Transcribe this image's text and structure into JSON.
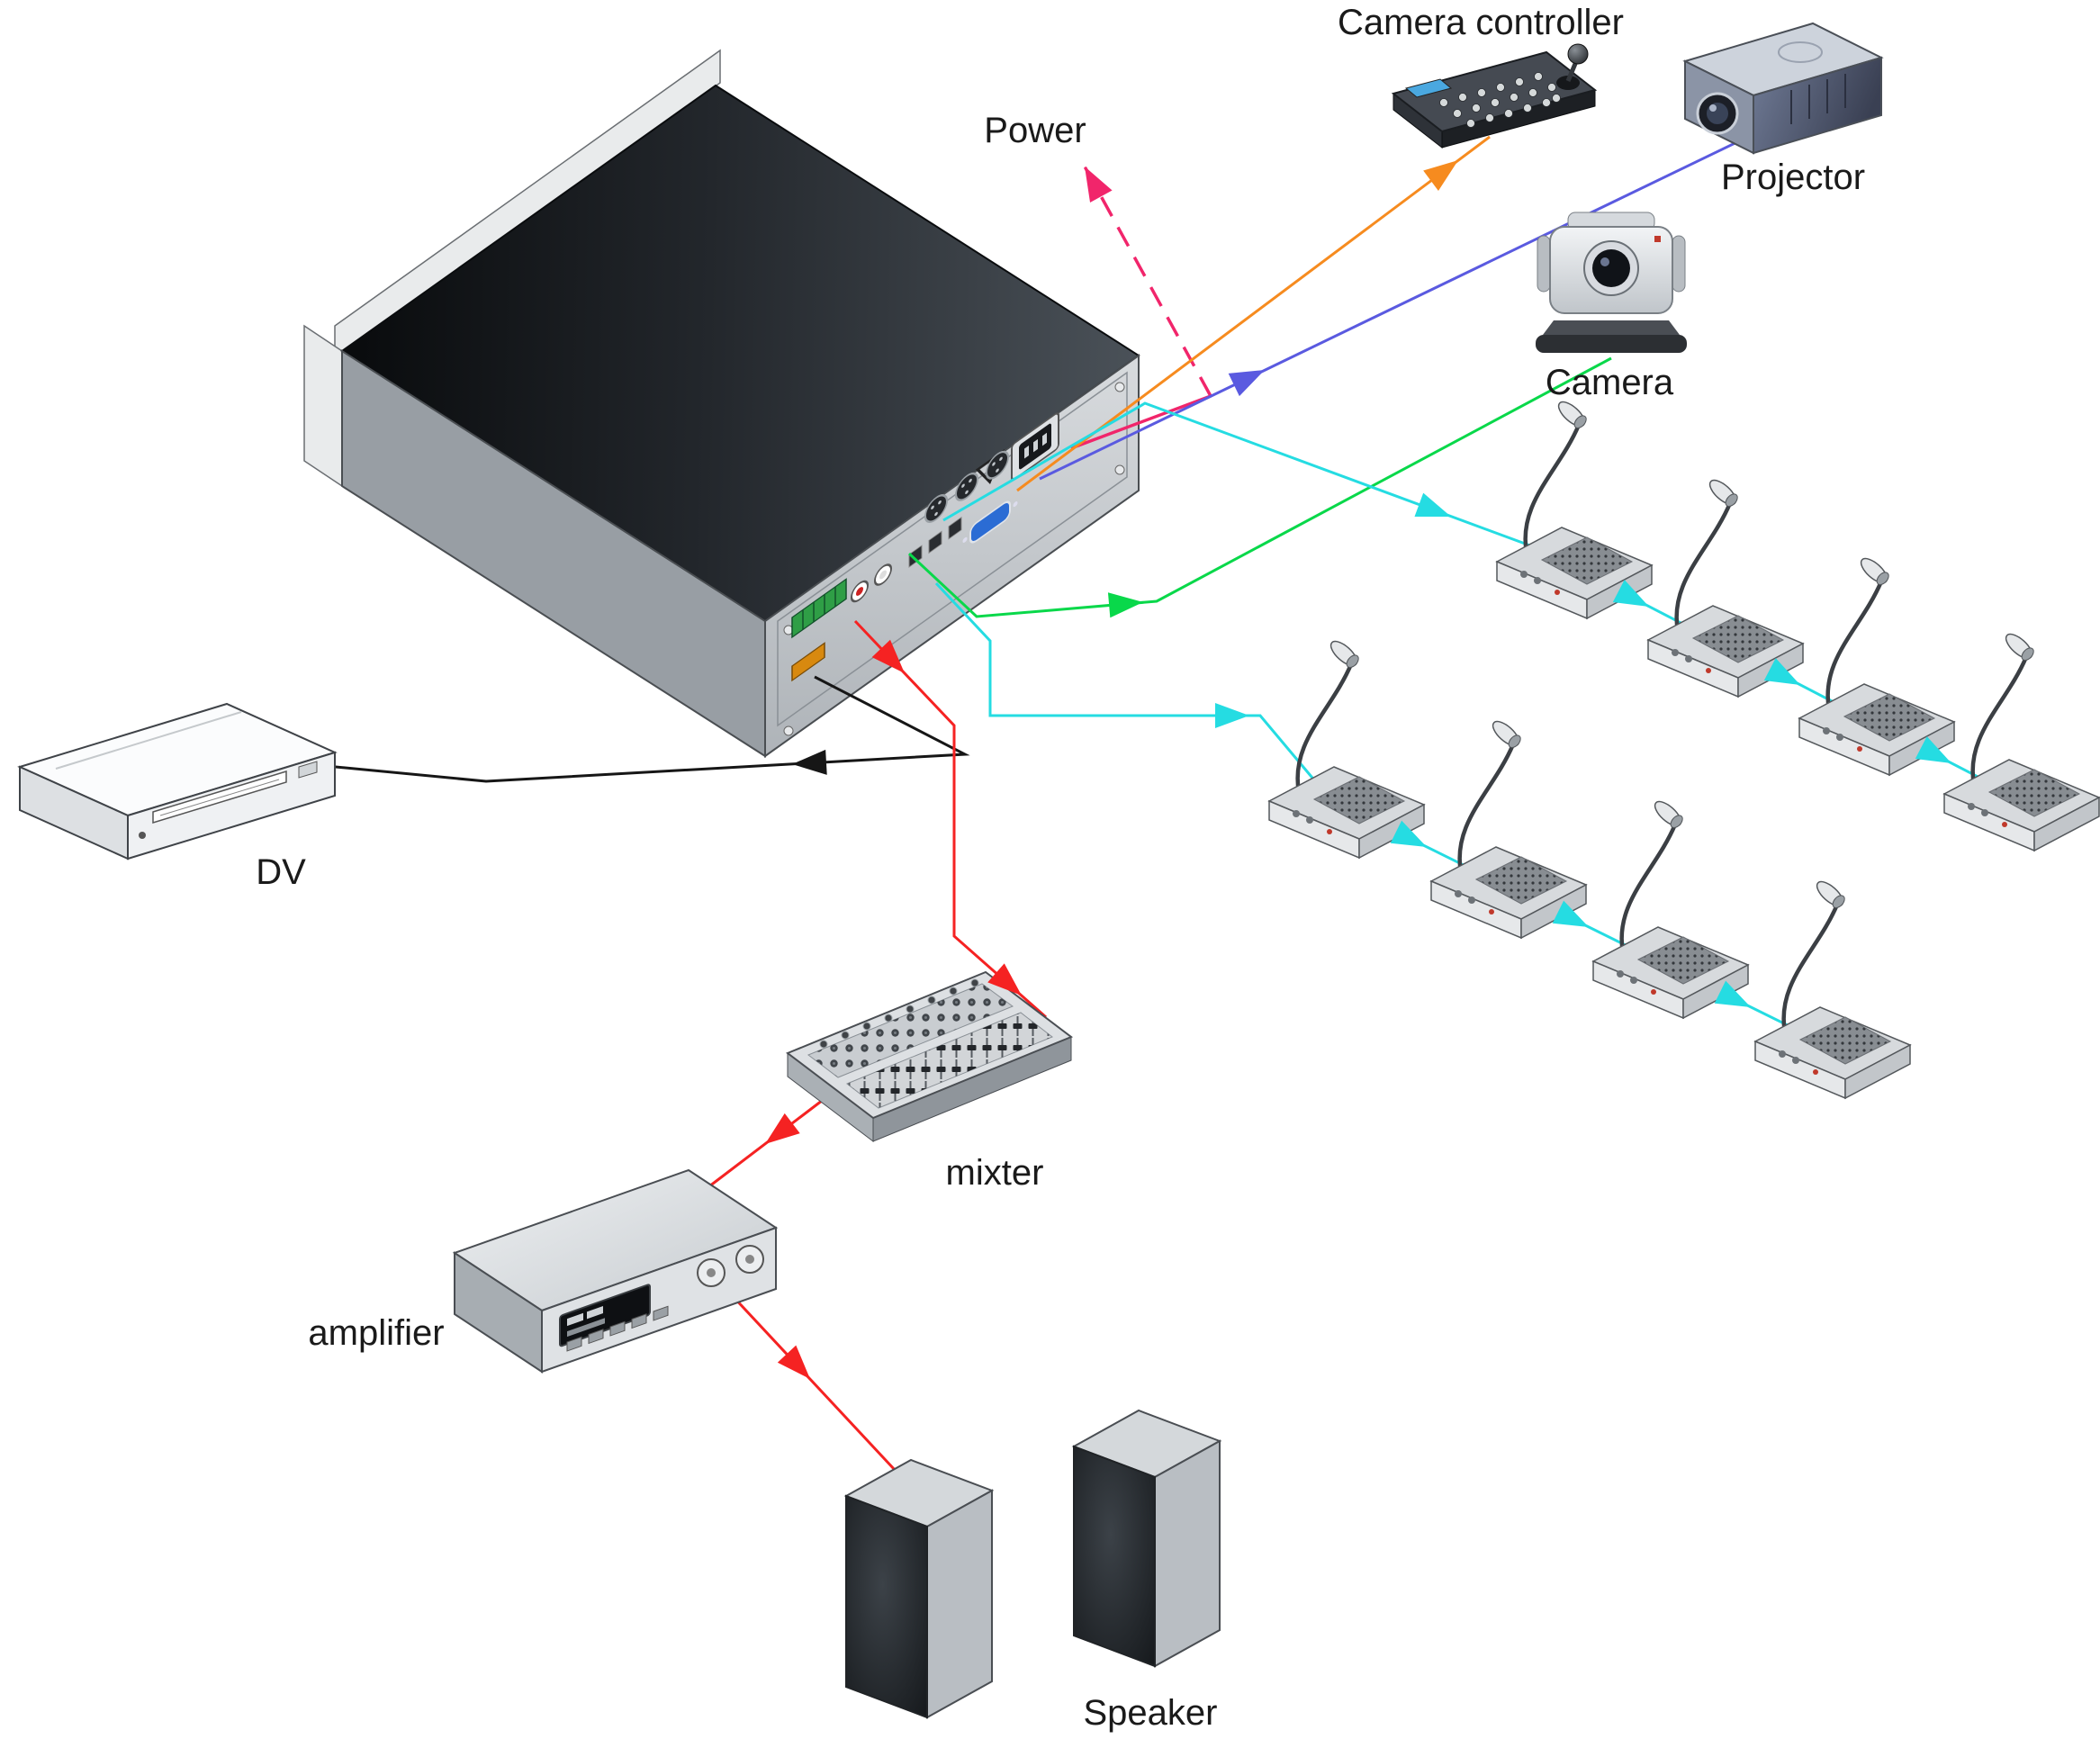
{
  "diagram": {
    "labels": {
      "power": "Power",
      "camera_controller": "Camera controller",
      "projector": "Projector",
      "camera": "Camera",
      "dv": "DV",
      "mixer": "mixter",
      "amplifier": "amplifier",
      "speaker": "Speaker"
    },
    "connections": [
      {
        "name": "power",
        "color": "#f1256b",
        "style": "dashed"
      },
      {
        "name": "camera-controller",
        "color": "#f68b1f",
        "style": "solid"
      },
      {
        "name": "projector",
        "color": "#5a5ae0",
        "style": "solid"
      },
      {
        "name": "camera",
        "color": "#09d84a",
        "style": "solid"
      },
      {
        "name": "microphones",
        "color": "#25dce2",
        "style": "solid"
      },
      {
        "name": "audio",
        "color": "#f52222",
        "style": "solid"
      },
      {
        "name": "dv",
        "color": "#161616",
        "style": "solid"
      }
    ],
    "microphone_count": 8
  }
}
